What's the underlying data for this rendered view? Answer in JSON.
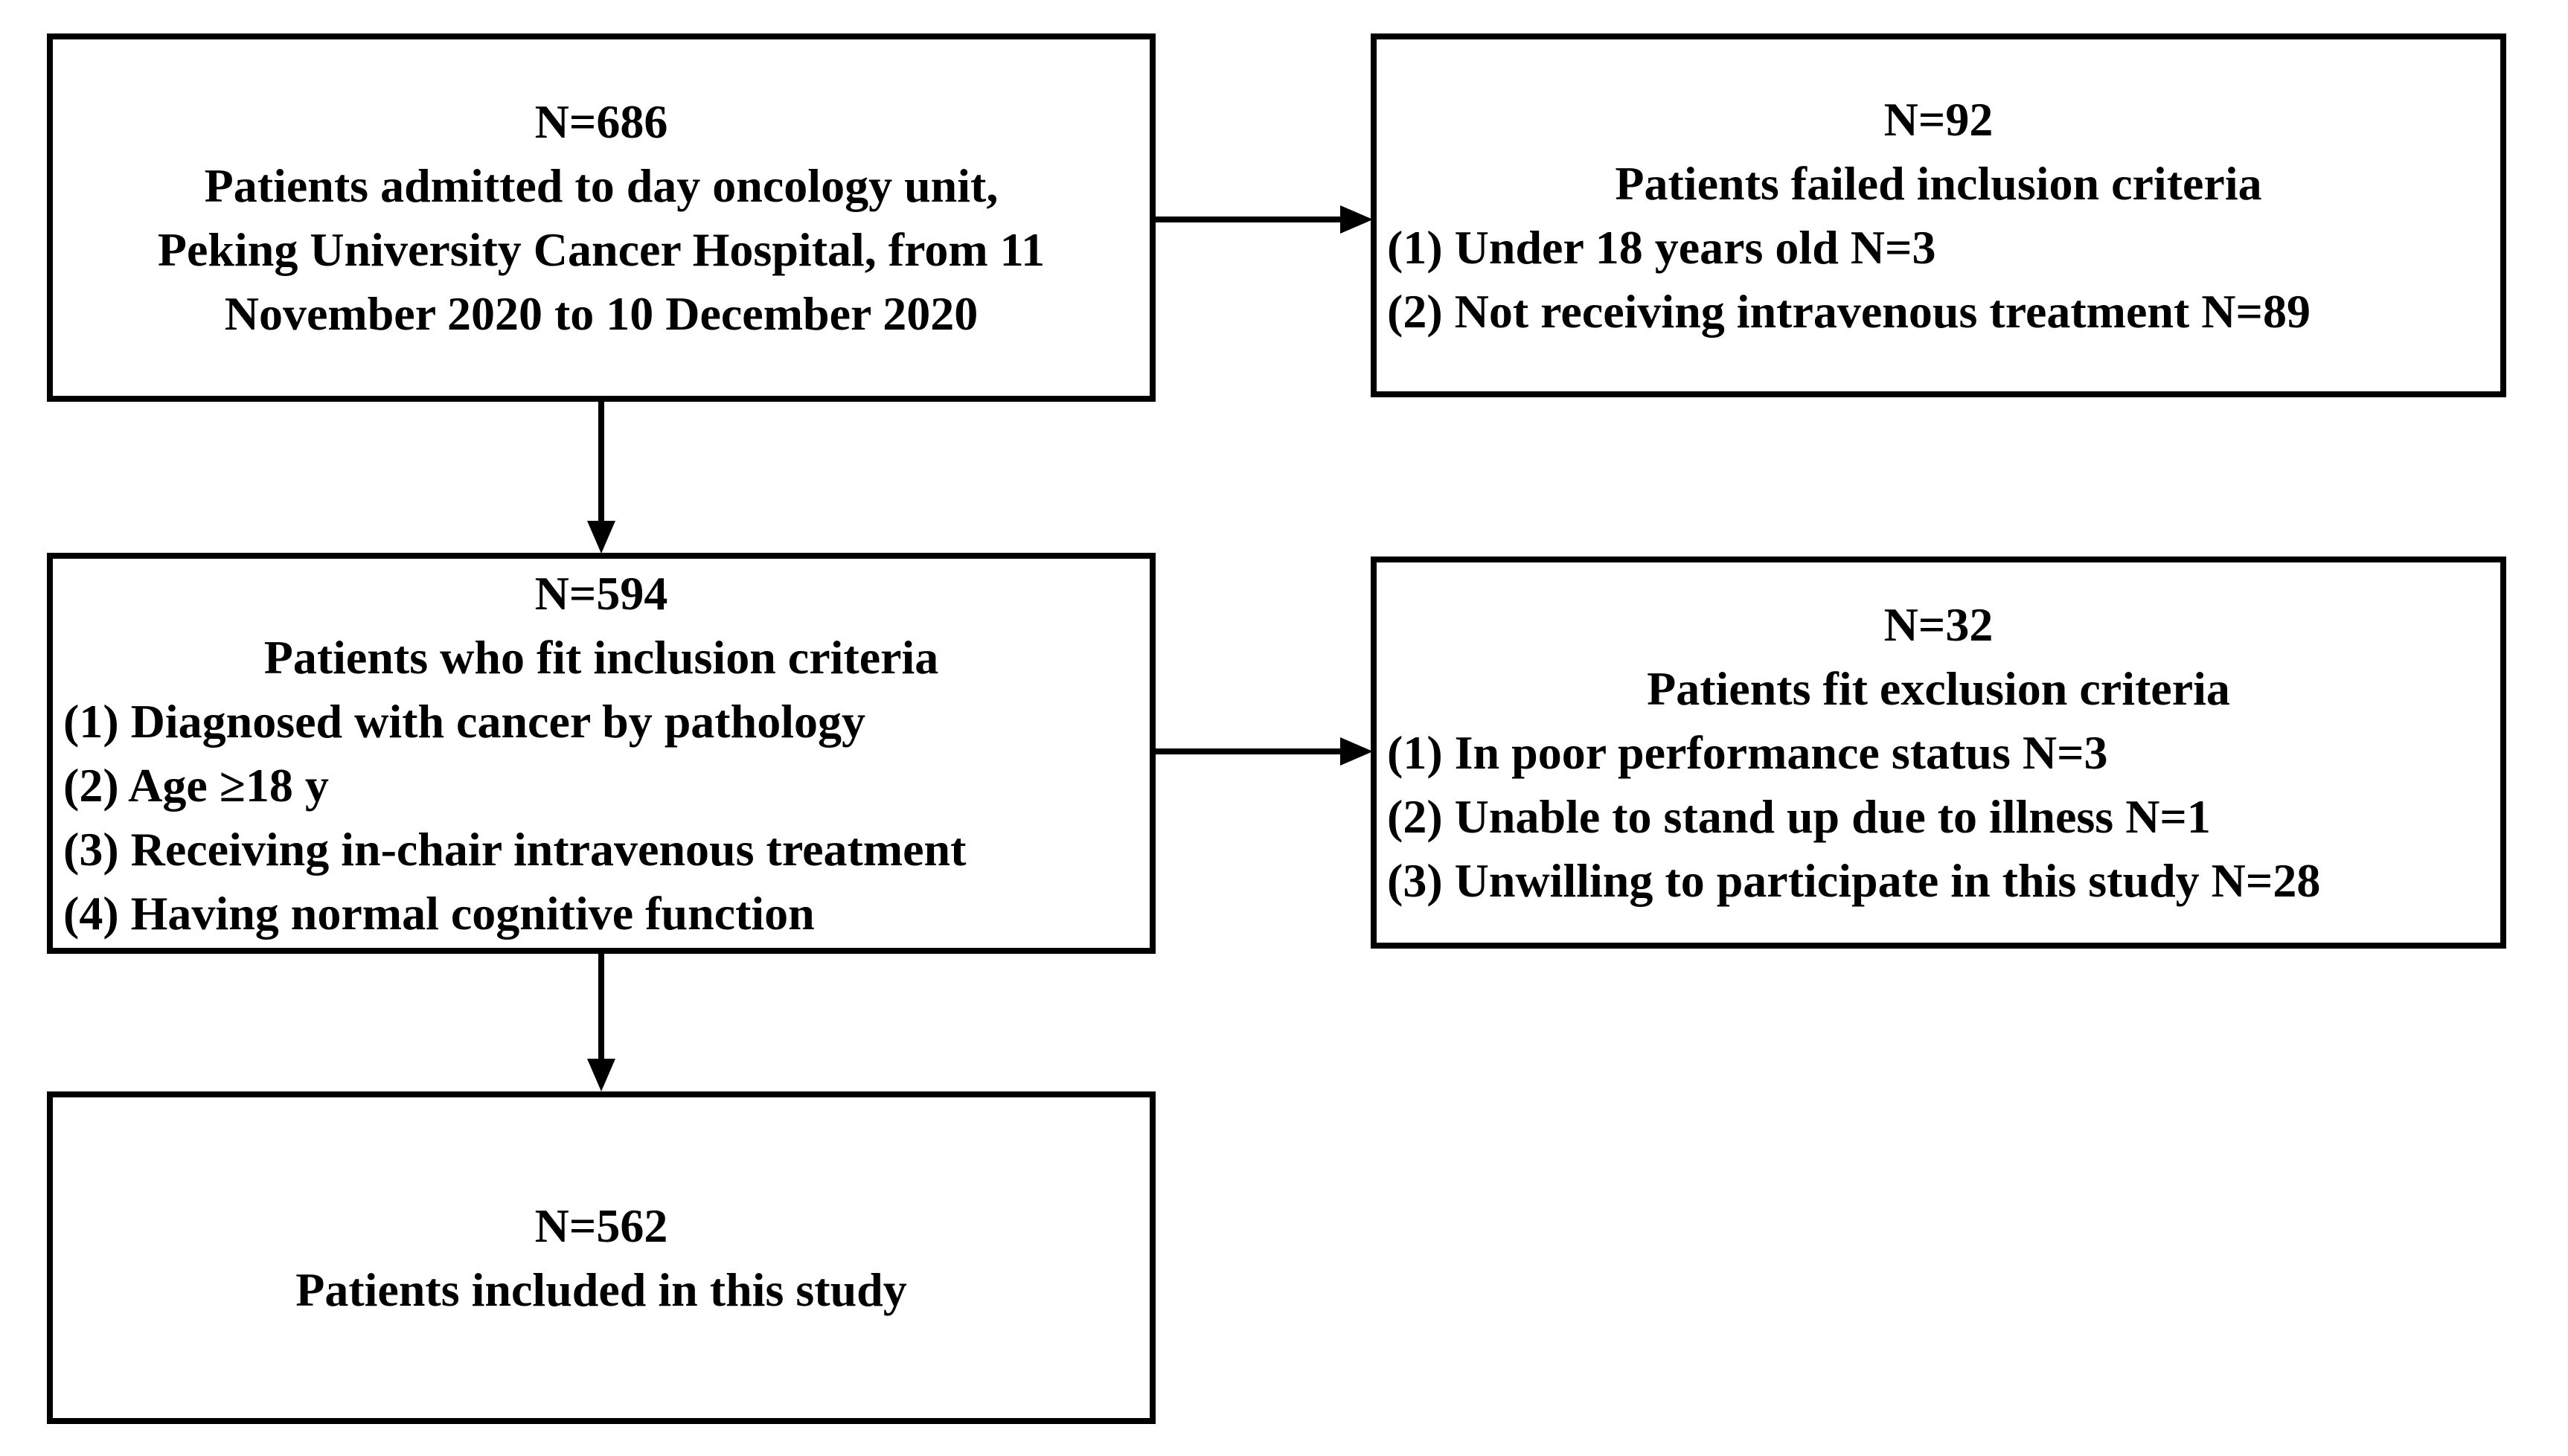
{
  "figure": {
    "type": "patient-flow-diagram",
    "colors": {
      "background": "#ffffff",
      "text": "#000000",
      "line": "#000000"
    }
  },
  "boxes": {
    "admitted": {
      "lines": [
        "N=686",
        "Patients admitted to day oncology unit,",
        "Peking University Cancer Hospital, from 11",
        "November 2020 to 10 December 2020"
      ]
    },
    "failed_inclusion": {
      "lines": [
        "N=92",
        "Patients failed inclusion criteria",
        "(1) Under 18 years old N=3",
        "(2) Not receiving intravenous treatment N=89"
      ]
    },
    "fit_inclusion": {
      "lines": [
        "N=594",
        "Patients who fit inclusion criteria",
        "(1) Diagnosed with cancer by pathology",
        "(2) Age ≥18 y",
        "(3) Receiving in-chair intravenous treatment",
        "(4) Having normal cognitive function"
      ]
    },
    "fit_exclusion": {
      "lines": [
        "N=32",
        "Patients fit exclusion criteria",
        "(1) In poor performance status N=3",
        "(2) Unable to stand up due to illness N=1",
        "(3) Unwilling to participate in this study N=28"
      ]
    },
    "included": {
      "lines": [
        "N=562",
        "Patients included in this study"
      ]
    }
  },
  "arrows": [
    {
      "from": "admitted",
      "to": "failed_inclusion",
      "direction": "right"
    },
    {
      "from": "admitted",
      "to": "fit_inclusion",
      "direction": "down"
    },
    {
      "from": "fit_inclusion",
      "to": "fit_exclusion",
      "direction": "right"
    },
    {
      "from": "fit_inclusion",
      "to": "included",
      "direction": "down"
    }
  ]
}
